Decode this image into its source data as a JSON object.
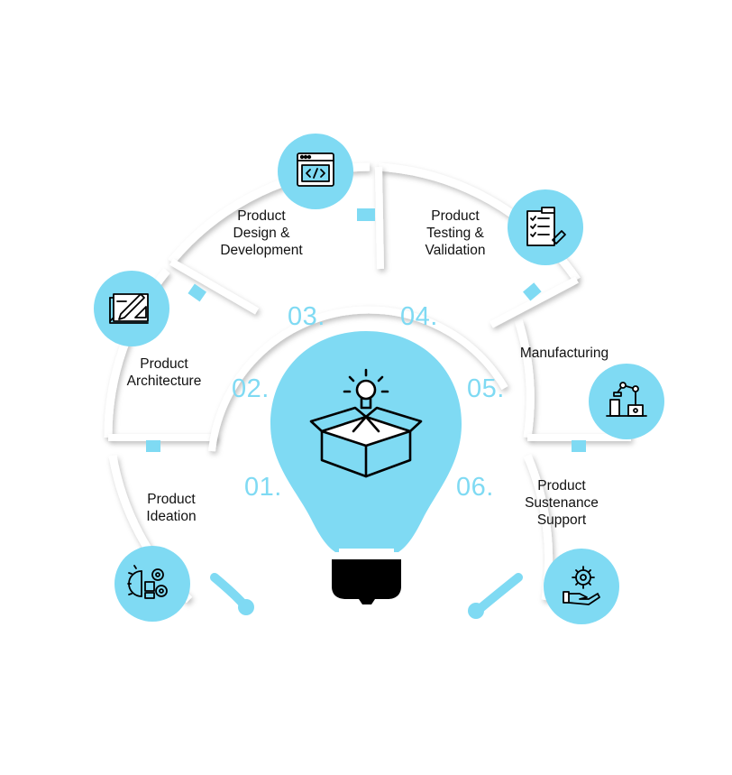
{
  "colors": {
    "accent": "#7fdaf3",
    "bulb": "#7fdaf3",
    "base": "#000000",
    "text": "#111111"
  },
  "center": {
    "icon": "lightbulb-box-icon"
  },
  "steps": [
    {
      "number": "01.",
      "label_lines": [
        "Product",
        "Ideation"
      ],
      "icon": "idea-gears-icon"
    },
    {
      "number": "02.",
      "label_lines": [
        "Product",
        "Architecture"
      ],
      "icon": "blueprint-pencil-icon"
    },
    {
      "number": "03.",
      "label_lines": [
        "Product",
        "Design &",
        "Development"
      ],
      "icon": "code-window-icon"
    },
    {
      "number": "04.",
      "label_lines": [
        "Product",
        "Testing &",
        "Validation"
      ],
      "icon": "checklist-clipboard-icon"
    },
    {
      "number": "05.",
      "label_lines": [
        "Manufacturing"
      ],
      "icon": "robot-arm-icon"
    },
    {
      "number": "06.",
      "label_lines": [
        "Product",
        "Sustenance",
        "Support"
      ],
      "icon": "hand-gear-support-icon"
    }
  ]
}
